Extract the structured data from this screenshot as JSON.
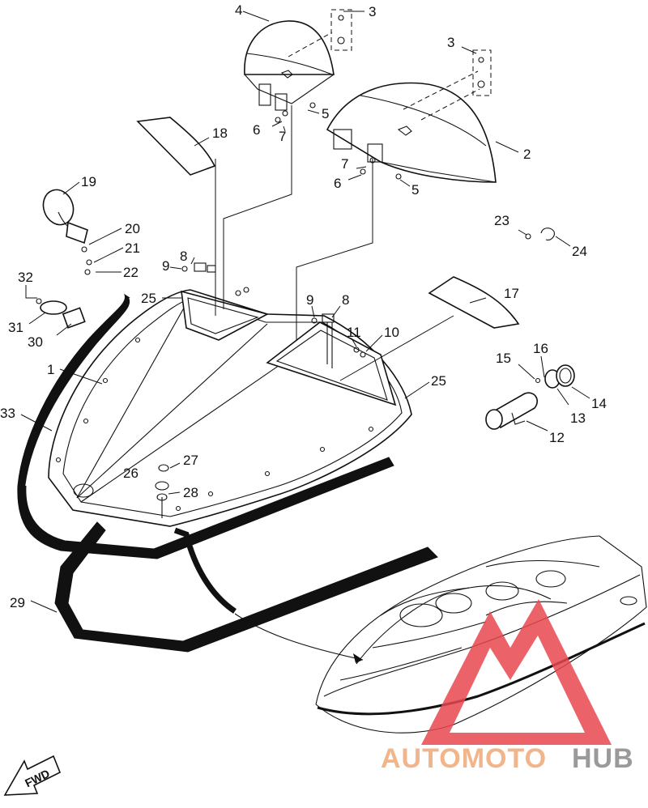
{
  "callouts": {
    "c1": "1",
    "c2": "2",
    "c3a": "3",
    "c3b": "3",
    "c4": "4",
    "c5a": "5",
    "c5b": "5",
    "c6a": "6",
    "c6b": "6",
    "c7a": "7",
    "c7b": "7",
    "c8a": "8",
    "c8b": "8",
    "c9a": "9",
    "c9b": "9",
    "c10": "10",
    "c11": "11",
    "c12": "12",
    "c13": "13",
    "c14": "14",
    "c15": "15",
    "c16": "16",
    "c17": "17",
    "c18": "18",
    "c19": "19",
    "c20": "20",
    "c21": "21",
    "c22": "22",
    "c23": "23",
    "c24": "24",
    "c25a": "25",
    "c25b": "25",
    "c26": "26",
    "c27": "27",
    "c28": "28",
    "c29": "29",
    "c30": "30",
    "c31": "31",
    "c32": "32",
    "c33": "33"
  },
  "direction_label": "FWD",
  "watermark": {
    "part1": "AUTOMOTO",
    "part2": "HUB",
    "color1": "#f2b48a",
    "color2": "#9a9a9a",
    "logo_color": "#e8474d"
  }
}
